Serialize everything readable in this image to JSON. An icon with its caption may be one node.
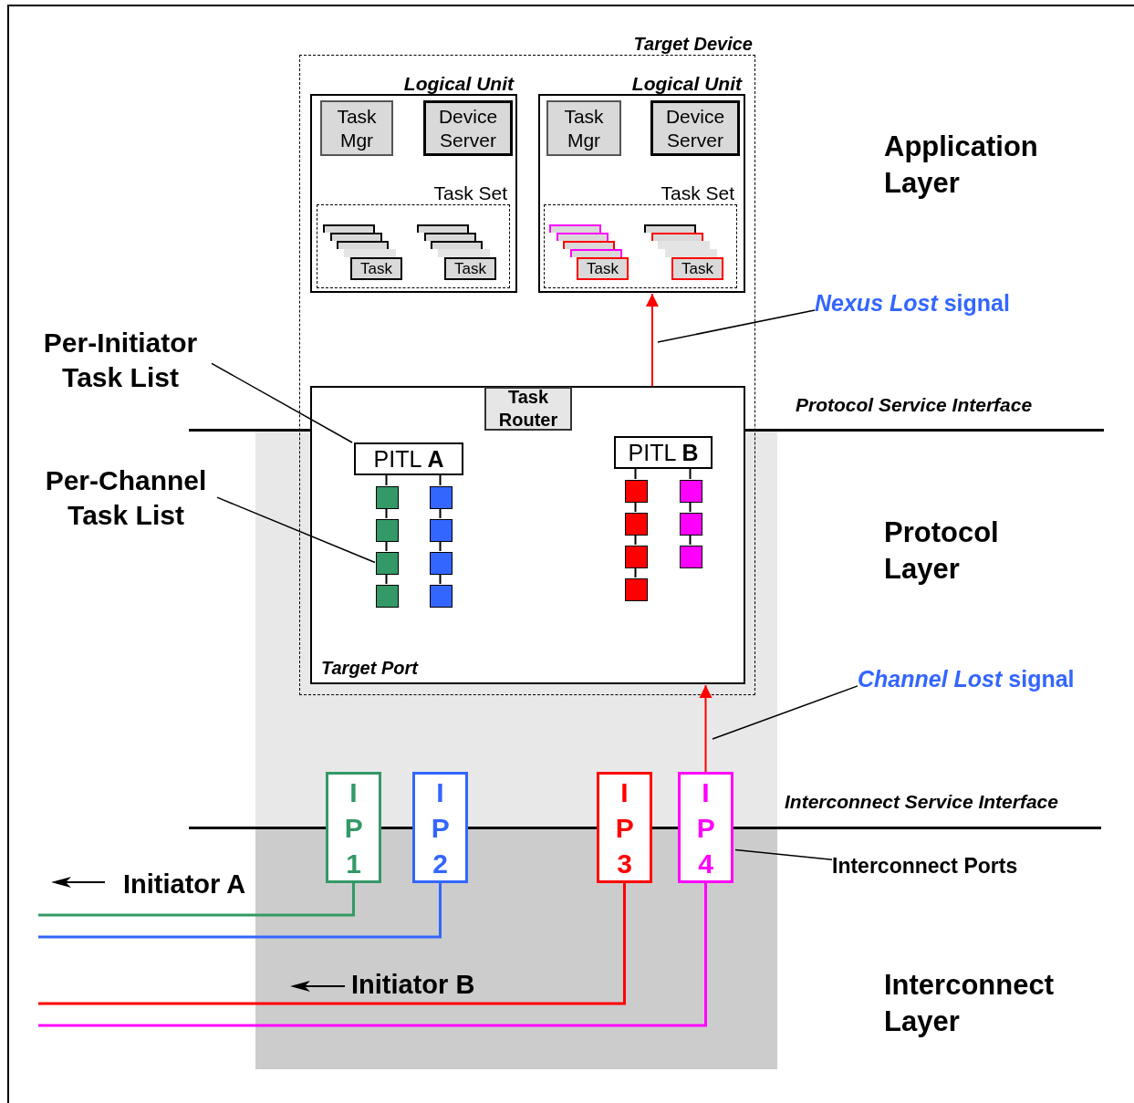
{
  "diagram": {
    "nodes": [
      {
        "text": [
          "Target Device"
        ]
      },
      {
        "text": [
          "Logical Unit"
        ],
        "in": 0
      },
      {
        "text": [
          "Task Mgr"
        ],
        "in": 1
      },
      {
        "text": [
          "Device Server"
        ],
        "in": 1
      },
      {
        "text": [
          "Task Set"
        ],
        "in": 1
      },
      {
        "text": [],
        "shape": "box",
        "in": 4
      },
      {
        "text": [],
        "shape": "box",
        "in": 4
      },
      {
        "text": [],
        "shape": "box",
        "in": 4
      },
      {
        "text": [],
        "shape": "box",
        "in": 4
      },
      {
        "text": [
          "Task"
        ],
        "in": 4
      },
      {
        "text": [],
        "shape": "box",
        "in": 4
      },
      {
        "text": [],
        "shape": "box",
        "in": 4
      },
      {
        "text": [],
        "shape": "box",
        "in": 4
      },
      {
        "text": [],
        "shape": "box",
        "in": 4
      },
      {
        "text": [
          "Task"
        ],
        "in": 4
      },
      {
        "text": [
          "Logical Unit"
        ],
        "in": 0
      },
      {
        "text": [
          "Task Mgr"
        ],
        "in": 15
      },
      {
        "text": [
          "Device Server"
        ],
        "in": 15
      },
      {
        "text": [
          "Task Set"
        ],
        "in": 15
      },
      {
        "text": [],
        "shape": "box",
        "in": 18
      },
      {
        "text": [],
        "shape": "box",
        "in": 18
      },
      {
        "text": [],
        "shape": "box",
        "in": 18
      },
      {
        "text": [],
        "shape": "box",
        "in": 18
      },
      {
        "text": [
          "Task"
        ],
        "in": 18
      },
      {
        "text": [],
        "shape": "box",
        "in": 18
      },
      {
        "text": [],
        "shape": "box",
        "in": 18
      },
      {
        "text": [],
        "shape": "box",
        "in": 18
      },
      {
        "text": [],
        "shape": "box",
        "in": 18
      },
      {
        "text": [
          "Task"
        ],
        "in": 18
      },
      {
        "text": [
          "Target Port"
        ],
        "in": 0
      },
      {
        "text": [
          "Task Router"
        ],
        "in": 29
      },
      {
        "text": [
          "PITL **A**"
        ],
        "in": 29
      },
      {
        "text": [
          "PITL **B**"
        ],
        "in": 29
      },
      {
        "text": [],
        "shape": "box",
        "in": 29
      },
      {
        "text": [],
        "shape": "box",
        "in": 29
      },
      {
        "text": [],
        "shape": "box",
        "in": 29
      },
      {
        "text": [],
        "shape": "box",
        "in": 29
      },
      {
        "text": [],
        "shape": "box",
        "in": 29
      },
      {
        "text": [],
        "shape": "box",
        "in": 29
      },
      {
        "text": [],
        "shape": "box",
        "in": 29
      },
      {
        "text": [],
        "shape": "box",
        "in": 29
      },
      {
        "text": [],
        "shape": "box",
        "in": 29
      },
      {
        "text": [],
        "shape": "box",
        "in": 29
      },
      {
        "text": [],
        "shape": "box",
        "in": 29
      },
      {
        "text": [],
        "shape": "box",
        "in": 29
      },
      {
        "text": [],
        "shape": "box",
        "in": 29
      },
      {
        "text": [],
        "shape": "box",
        "in": 29
      },
      {
        "text": [],
        "shape": "box",
        "in": 29
      },
      {
        "text": [
          "I P 1"
        ]
      },
      {
        "text": [
          "I P 2"
        ]
      },
      {
        "text": [
          "I P 3"
        ]
      },
      {
        "text": [
          "I P 4"
        ]
      },
      {
        "text": [
          "Per-Initiator Task List"
        ]
      },
      {
        "text": [
          "Per-Channel Task List"
        ]
      },
      {
        "text": [
          "*Nexus Lost* signal"
        ]
      },
      {
        "text": [
          "*Channel Lost* signal"
        ]
      },
      {
        "text": [
          "Interconnect Ports"
        ]
      }
    ],
    "edges": [
      {
        "from": 48,
        "to": null,
        "arrow": "none",
        "color": "#339966"
      },
      {
        "from": 49,
        "to": null,
        "arrow": "none",
        "color": "#3366ff"
      },
      {
        "from": 50,
        "to": null,
        "arrow": "none",
        "color": "#ff0000"
      },
      {
        "from": 51,
        "to": null,
        "arrow": "none",
        "color": "#ff00ff"
      },
      {
        "from": 51,
        "to": 29,
        "arrow": "to",
        "color": "#ff0000"
      },
      {
        "from": 29,
        "to": 15,
        "arrow": "to",
        "color": "#ff0000"
      },
      {
        "from": 52,
        "to": 31,
        "arrow": "none"
      },
      {
        "from": 53,
        "to": 35,
        "arrow": "none"
      },
      {
        "from": 54,
        "to": null,
        "arrow": "none"
      },
      {
        "from": 55,
        "to": null,
        "arrow": "none"
      },
      {
        "from": 56,
        "to": 51,
        "arrow": "none"
      },
      {
        "from": 31,
        "to": 33,
        "arrow": "none"
      },
      {
        "from": 33,
        "to": 34,
        "arrow": "none"
      },
      {
        "from": 34,
        "to": 35,
        "arrow": "none"
      },
      {
        "from": 35,
        "to": 36,
        "arrow": "none"
      },
      {
        "from": 31,
        "to": 37,
        "arrow": "none"
      },
      {
        "from": 37,
        "to": 38,
        "arrow": "none"
      },
      {
        "from": 38,
        "to": 39,
        "arrow": "none"
      },
      {
        "from": 39,
        "to": 40,
        "arrow": "none"
      },
      {
        "from": 32,
        "to": 41,
        "arrow": "none"
      },
      {
        "from": 41,
        "to": 42,
        "arrow": "none"
      },
      {
        "from": 42,
        "to": 43,
        "arrow": "none"
      },
      {
        "from": 43,
        "to": 44,
        "arrow": "none"
      },
      {
        "from": 32,
        "to": 45,
        "arrow": "none"
      },
      {
        "from": 45,
        "to": 46,
        "arrow": "none"
      },
      {
        "from": 46,
        "to": 47,
        "arrow": "none"
      }
    ],
    "labels": [
      "Application Layer",
      "Protocol Service Interface",
      "Protocol Layer",
      "Interconnect Service Interface",
      "Initiator A",
      "Initiator B",
      "Interconnect Layer"
    ]
  }
}
